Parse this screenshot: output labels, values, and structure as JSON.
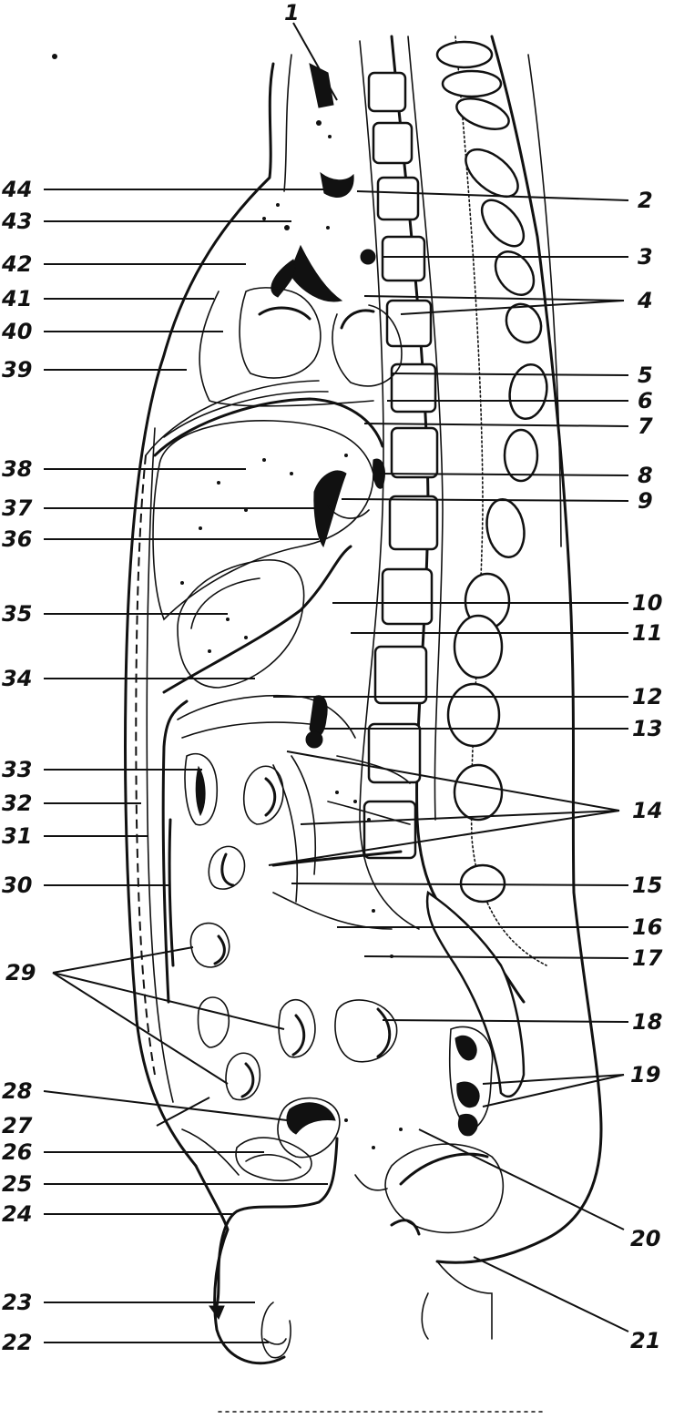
{
  "labels_left": [
    "44",
    "43",
    "42",
    "41",
    "40",
    "39",
    "38",
    "37",
    "36",
    "35",
    "34",
    "33",
    "32",
    "31",
    "30",
    "29",
    "28",
    "27",
    "26",
    "25",
    "24",
    "23",
    "22"
  ],
  "labels_right": [
    "2",
    "3",
    "4",
    "5",
    "6",
    "7",
    "8",
    "9",
    "10",
    "11",
    "12",
    "13",
    "14",
    "15",
    "16",
    "17",
    "18",
    "19",
    "20",
    "21"
  ],
  "label_top": "1"
}
